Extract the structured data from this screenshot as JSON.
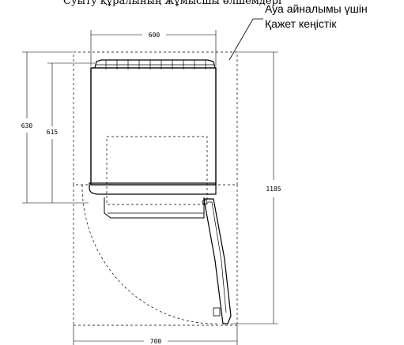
{
  "title": "Суыту құралының жұмысшы өлшемдері",
  "note": {
    "line1": "Ауа айналымы үшін",
    "line2": "Қажет кеңістік"
  },
  "dimensions": {
    "width_top": "600",
    "width_bottom": "700",
    "depth_outer": "630",
    "depth_inner": "615",
    "depth_open": "1185"
  }
}
